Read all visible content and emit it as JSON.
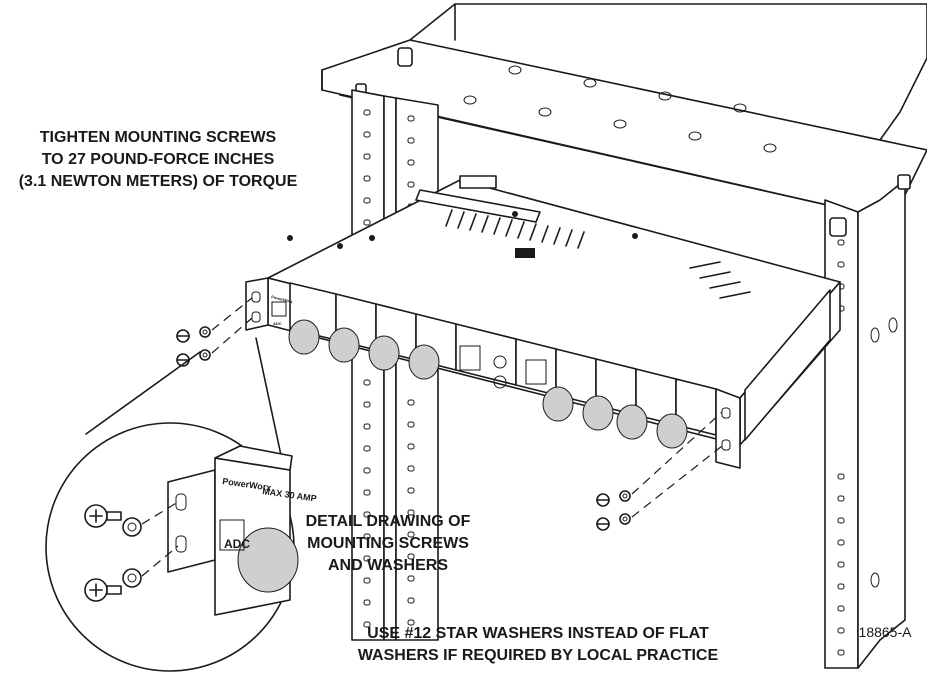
{
  "labels": {
    "torque_line1": "TIGHTEN MOUNTING SCREWS",
    "torque_line2": "TO 27 POUND-FORCE INCHES",
    "torque_line3": "(3.1 NEWTON METERS) OF TORQUE",
    "detail_line1": "DETAIL DRAWING OF",
    "detail_line2": "MOUNTING SCREWS",
    "detail_line3": "AND WASHERS",
    "washer_line1": "USE #12 STAR WASHERS INSTEAD OF FLAT",
    "washer_line2": "WASHERS IF REQUIRED BY LOCAL PRACTICE",
    "figure_id": "18865-A"
  },
  "panel": {
    "brand": "PowerWorx",
    "logo": "ADC",
    "breaker_rating": "MAX 30 AMP"
  },
  "colors": {
    "ink": "#1a1a1a",
    "paper": "#ffffff",
    "shade": "#cfcfcf"
  },
  "icons": [
    "screw-icon",
    "washer-icon",
    "breaker-knob-icon"
  ]
}
